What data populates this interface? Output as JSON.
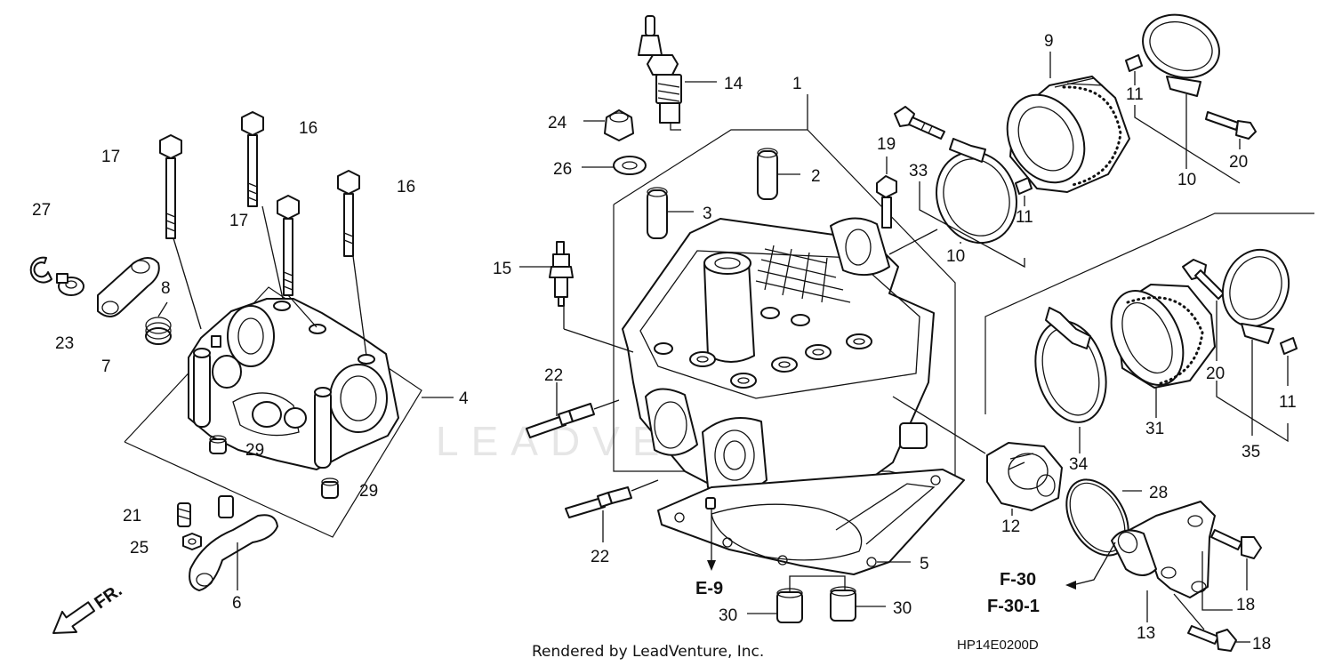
{
  "diagram": {
    "watermark": "LEADVENTURE",
    "footer_credit": "Rendered by LeadVenture, Inc.",
    "diagram_code": "HP14E0200D",
    "direction_label": "FR.",
    "references": [
      "E-9",
      "F-30",
      "F-30-1"
    ],
    "callouts": [
      {
        "id": "c1",
        "text": "1"
      },
      {
        "id": "c2",
        "text": "2"
      },
      {
        "id": "c3",
        "text": "3"
      },
      {
        "id": "c4",
        "text": "4"
      },
      {
        "id": "c5",
        "text": "5"
      },
      {
        "id": "c6",
        "text": "6"
      },
      {
        "id": "c7",
        "text": "7"
      },
      {
        "id": "c8",
        "text": "8"
      },
      {
        "id": "c9",
        "text": "9"
      },
      {
        "id": "c10a",
        "text": "10"
      },
      {
        "id": "c10b",
        "text": "10"
      },
      {
        "id": "c11a",
        "text": "11"
      },
      {
        "id": "c11b",
        "text": "11"
      },
      {
        "id": "c11c",
        "text": "11"
      },
      {
        "id": "c12",
        "text": "12"
      },
      {
        "id": "c13",
        "text": "13"
      },
      {
        "id": "c14",
        "text": "14"
      },
      {
        "id": "c15",
        "text": "15"
      },
      {
        "id": "c16a",
        "text": "16"
      },
      {
        "id": "c16b",
        "text": "16"
      },
      {
        "id": "c17a",
        "text": "17"
      },
      {
        "id": "c17b",
        "text": "17"
      },
      {
        "id": "c18a",
        "text": "18"
      },
      {
        "id": "c18b",
        "text": "18"
      },
      {
        "id": "c19",
        "text": "19"
      },
      {
        "id": "c20a",
        "text": "20"
      },
      {
        "id": "c20b",
        "text": "20"
      },
      {
        "id": "c21",
        "text": "21"
      },
      {
        "id": "c22a",
        "text": "22"
      },
      {
        "id": "c22b",
        "text": "22"
      },
      {
        "id": "c23",
        "text": "23"
      },
      {
        "id": "c24",
        "text": "24"
      },
      {
        "id": "c25",
        "text": "25"
      },
      {
        "id": "c26",
        "text": "26"
      },
      {
        "id": "c27",
        "text": "27"
      },
      {
        "id": "c28",
        "text": "28"
      },
      {
        "id": "c29a",
        "text": "29"
      },
      {
        "id": "c29b",
        "text": "29"
      },
      {
        "id": "c30a",
        "text": "30"
      },
      {
        "id": "c30b",
        "text": "30"
      },
      {
        "id": "c31",
        "text": "31"
      },
      {
        "id": "c33",
        "text": "33"
      },
      {
        "id": "c34",
        "text": "34"
      },
      {
        "id": "c35",
        "text": "35"
      }
    ]
  }
}
